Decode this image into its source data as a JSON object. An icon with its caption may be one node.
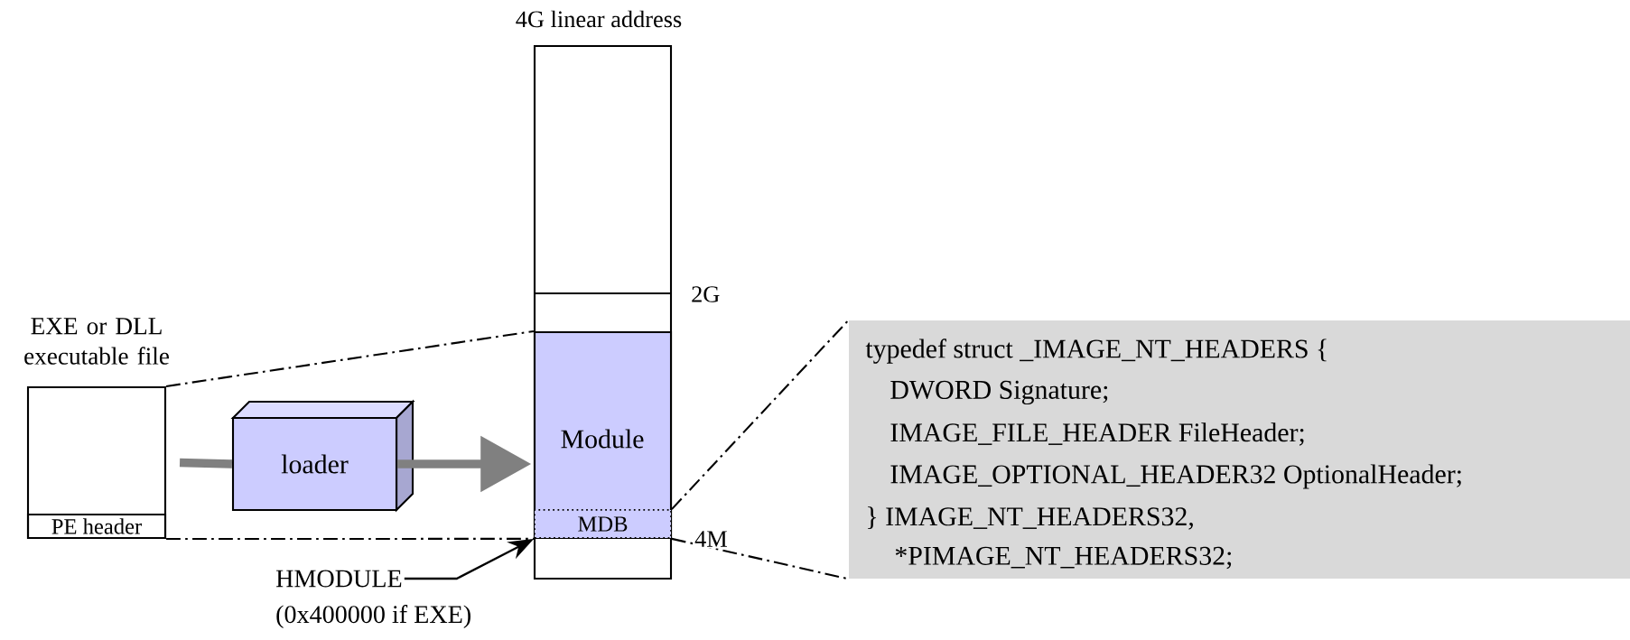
{
  "diagram": {
    "nodes": [
      {
        "text": [
          "EXE or DLL executable file"
        ]
      },
      {
        "text": [
          "PE header"
        ],
        "in": 0
      },
      {
        "text": [
          "loader"
        ]
      },
      {
        "text": [
          "4G linear address"
        ]
      },
      {
        "text": [
          "Module"
        ],
        "in": 3
      },
      {
        "text": [
          "MDB"
        ],
        "in": 4
      },
      {
        "text": [
          "typedef struct _IMAGE_NT_HEADERS {",
          "DWORD Signature;",
          "IMAGE_FILE_HEADER FileHeader;",
          "IMAGE_OPTIONAL_HEADER32 OptionalHeader;",
          "} IMAGE_NT_HEADERS32,",
          "*PIMAGE_NT_HEADERS32;"
        ]
      },
      {
        "text": [
          "HMODULE",
          "(0x400000 if EXE)"
        ]
      }
    ],
    "edges": [
      {
        "from": 0,
        "to": 2,
        "arrow": "none",
        "style": "thick",
        "color": "#808080"
      },
      {
        "from": 2,
        "to": 4,
        "arrow": "to",
        "style": "thick",
        "color": "#808080"
      },
      {
        "from": 0,
        "to": 4,
        "arrow": "none",
        "style": "dashed"
      },
      {
        "from": 1,
        "to": 5,
        "arrow": "none",
        "style": "dashed"
      },
      {
        "from": 5,
        "to": 6,
        "arrow": "none",
        "style": "dashed"
      },
      {
        "from": 5,
        "to": 6,
        "arrow": "none",
        "style": "dashed"
      },
      {
        "from": 7,
        "to": 5,
        "arrow": "to"
      }
    ],
    "labels": [
      "2G",
      "4M"
    ]
  }
}
